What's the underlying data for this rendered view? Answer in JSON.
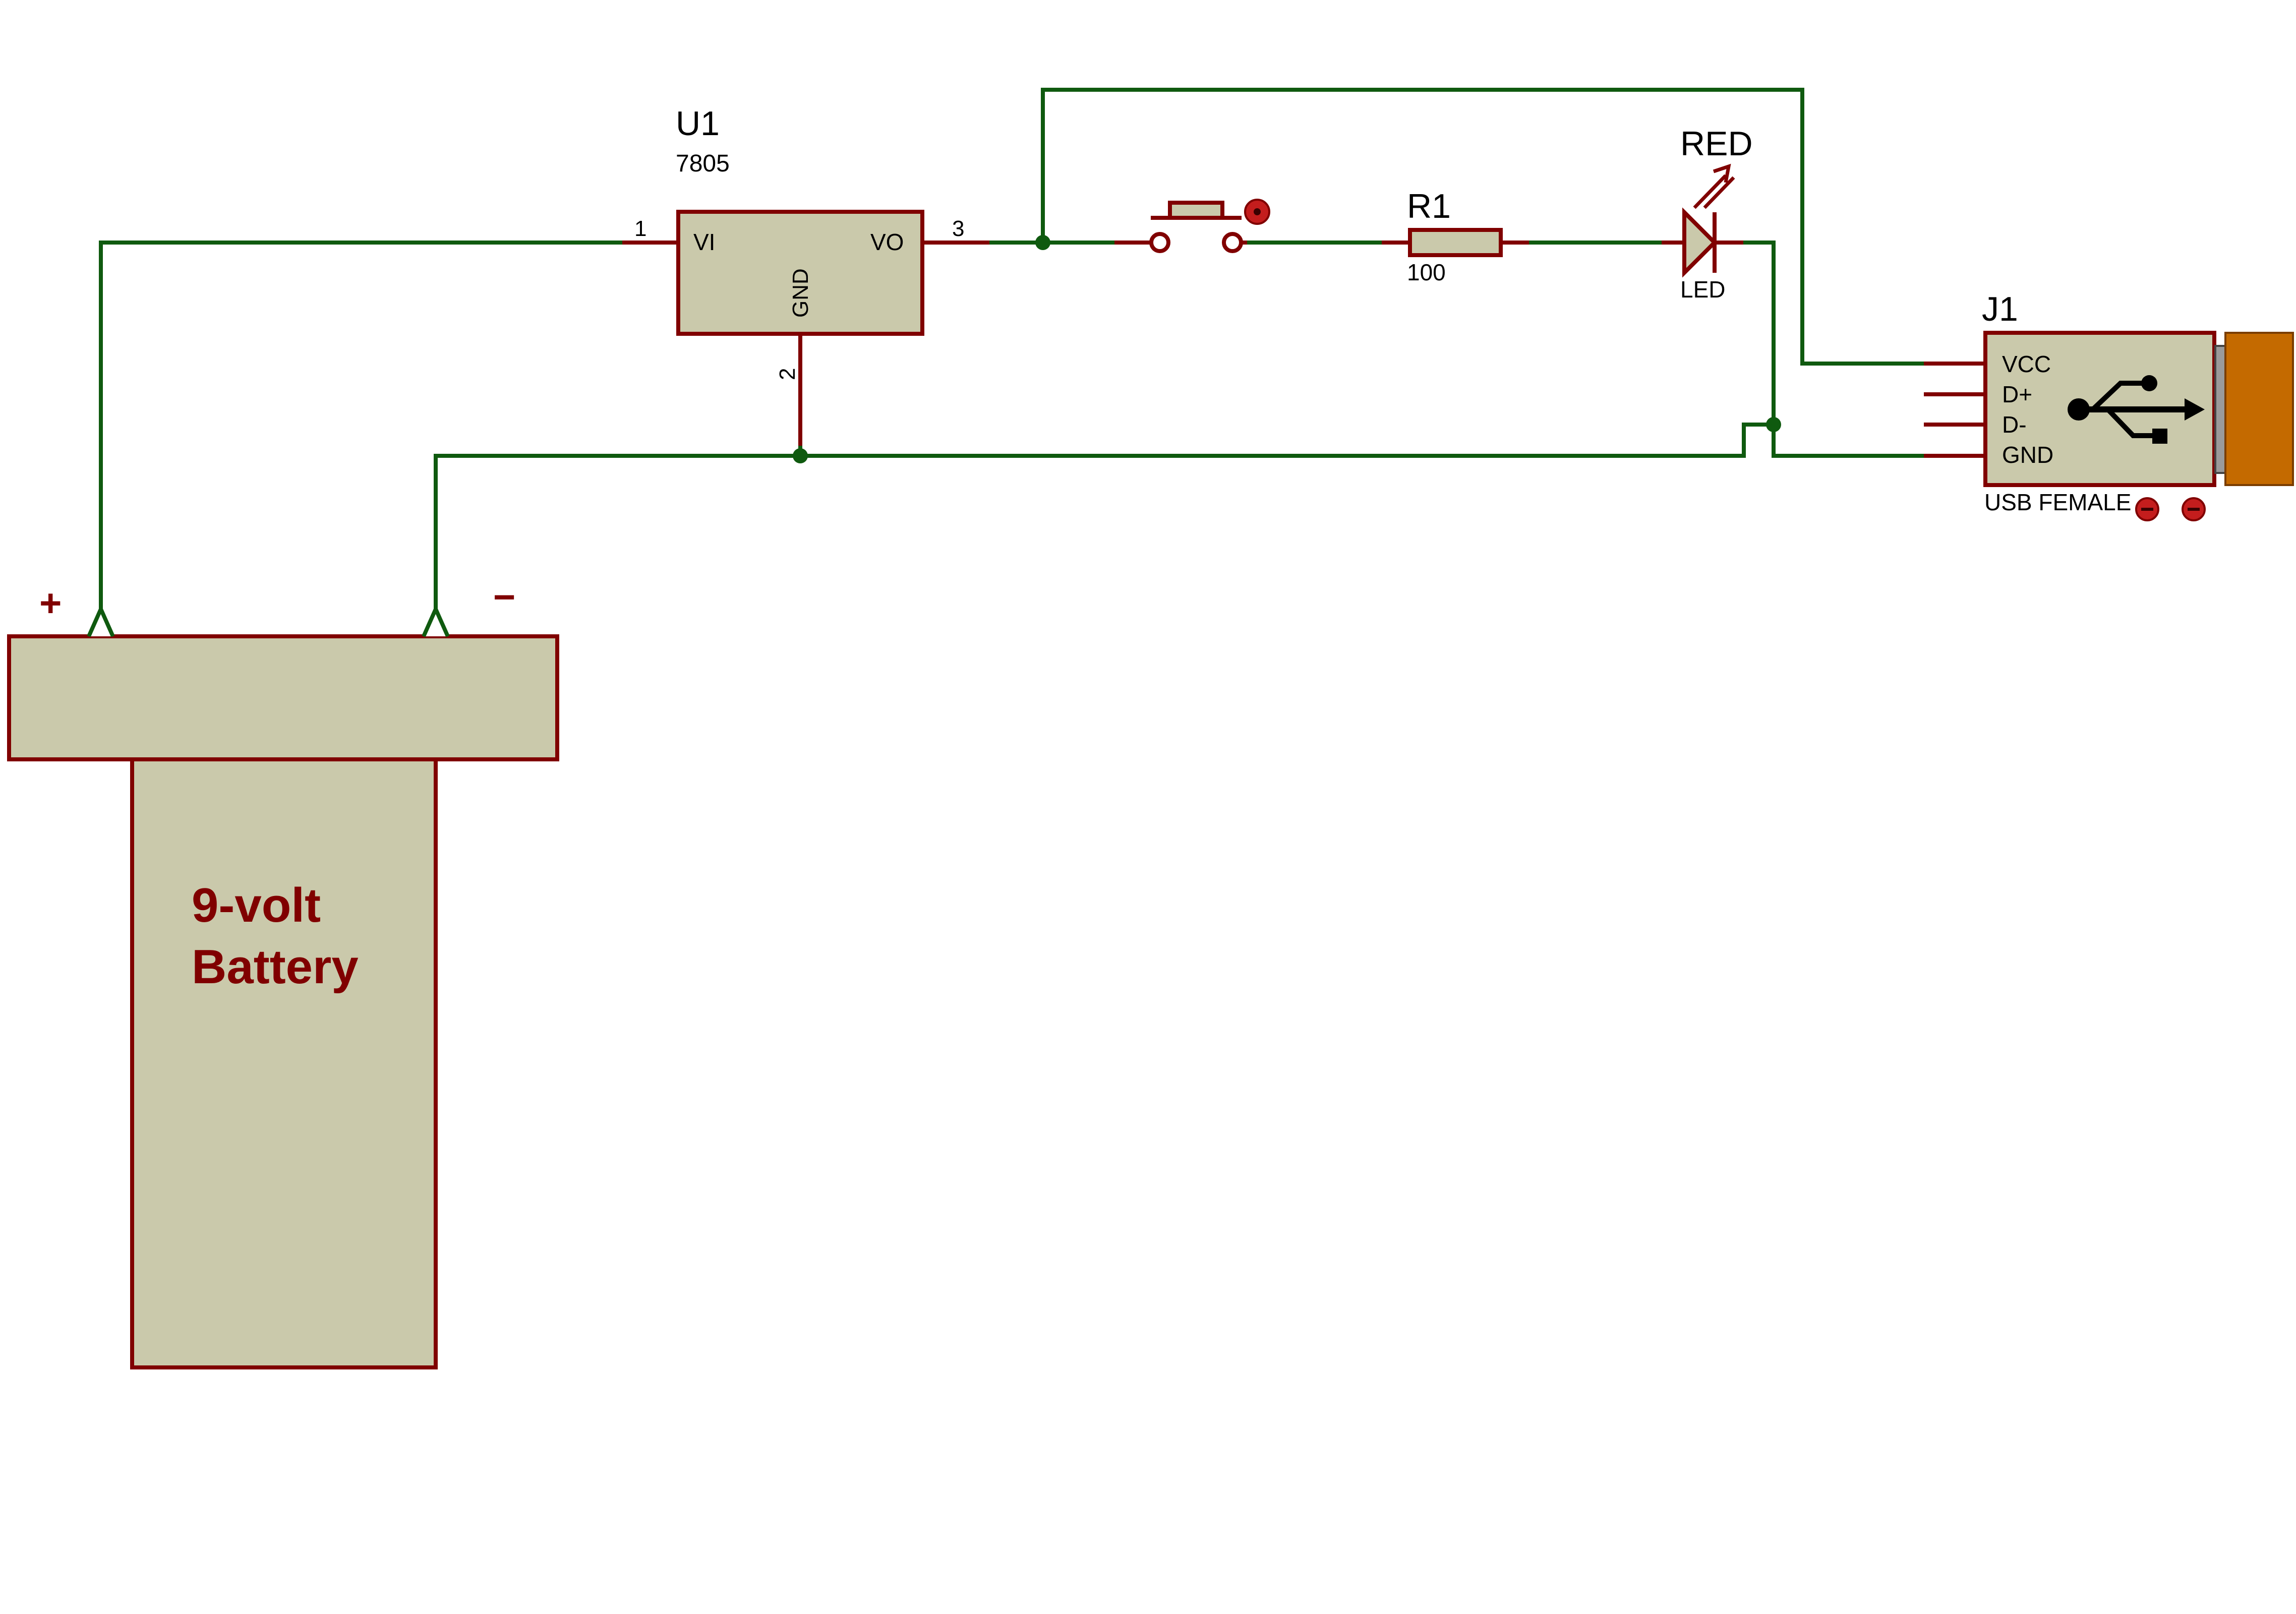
{
  "colors": {
    "wire": "#0f5a0f",
    "component_body": "#cac9ab",
    "component_outline": "#800000",
    "usb_connector_metal": "#c46a00",
    "label_text": "#000000",
    "battery_label": "#800000"
  },
  "regulator": {
    "ref": "U1",
    "value": "7805",
    "pin_vi": "VI",
    "pin_vo": "VO",
    "pin_gnd": "GND",
    "pin1": "1",
    "pin2": "2",
    "pin3": "3"
  },
  "resistor": {
    "ref": "R1",
    "value": "100"
  },
  "led": {
    "color_label": "RED",
    "type_label": "LED"
  },
  "usb": {
    "ref": "J1",
    "pins": [
      "VCC",
      "D+",
      "D-",
      "GND"
    ],
    "type_label": "USB FEMALE",
    "icon": "usb-icon"
  },
  "battery": {
    "plus": "+",
    "minus": "−",
    "label_line1": "9-volt",
    "label_line2": "Battery"
  },
  "switch": {
    "icon": "push-button-icon"
  }
}
